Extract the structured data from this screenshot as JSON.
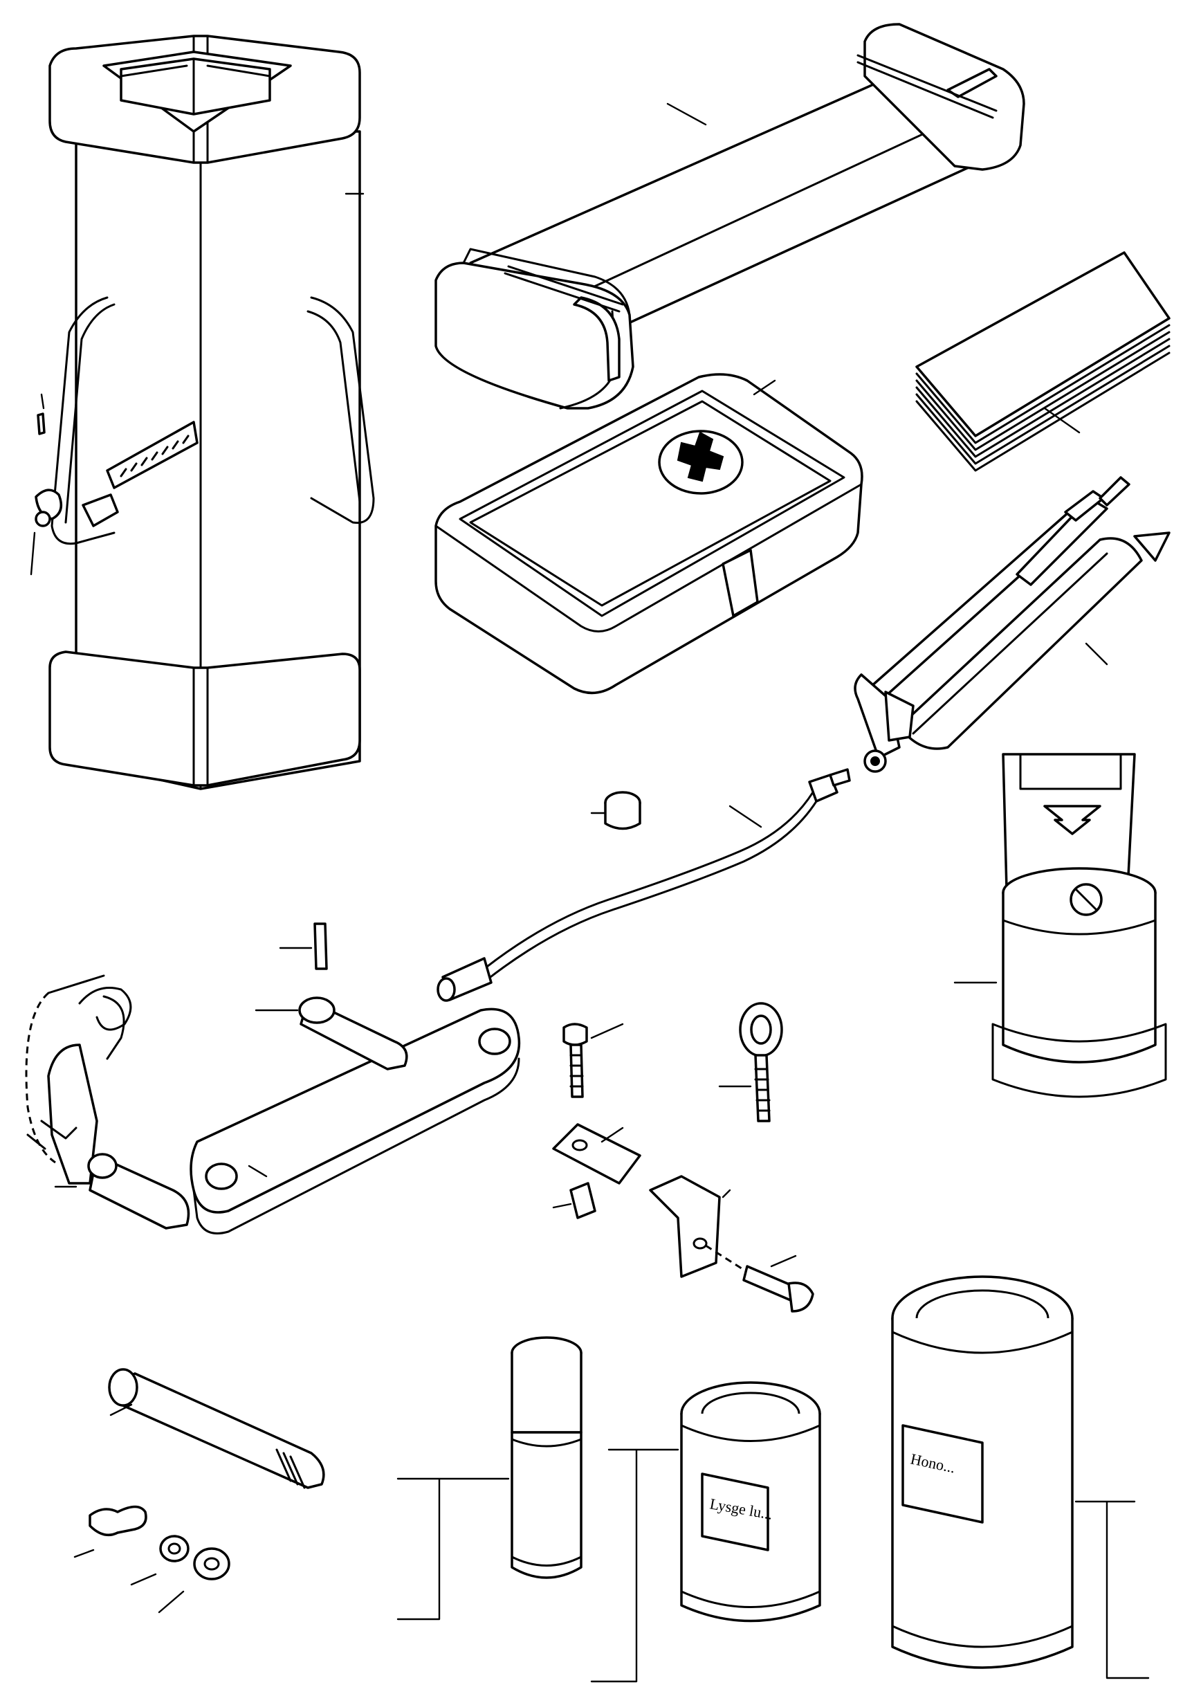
{
  "figure": {
    "type": "exploded parts illustration",
    "items": [
      {
        "id": "tool-box",
        "icon": "tool-box-icon"
      },
      {
        "id": "document-tube",
        "icon": "document-tube-icon"
      },
      {
        "id": "manual-booklet",
        "icon": "booklet-icon"
      },
      {
        "id": "first-aid-kit",
        "icon": "first-aid-kit-icon"
      },
      {
        "id": "grease-gun",
        "icon": "grease-gun-icon"
      },
      {
        "id": "grease-hose",
        "icon": "hose-icon"
      },
      {
        "id": "hydraulic-jack",
        "icon": "jack-icon"
      },
      {
        "id": "tow-bar",
        "icon": "tow-bar-icon"
      },
      {
        "id": "linch-pin",
        "icon": "pin-icon"
      },
      {
        "id": "eye-bolt",
        "icon": "eye-bolt-icon"
      },
      {
        "id": "spray-can",
        "icon": "spray-can-icon"
      },
      {
        "id": "paint-can-small",
        "icon": "paint-can-icon"
      },
      {
        "id": "paint-can-large",
        "icon": "paint-can-icon"
      }
    ],
    "label_can_small": "Lysge lu...",
    "label_can_large": "Hono..."
  }
}
